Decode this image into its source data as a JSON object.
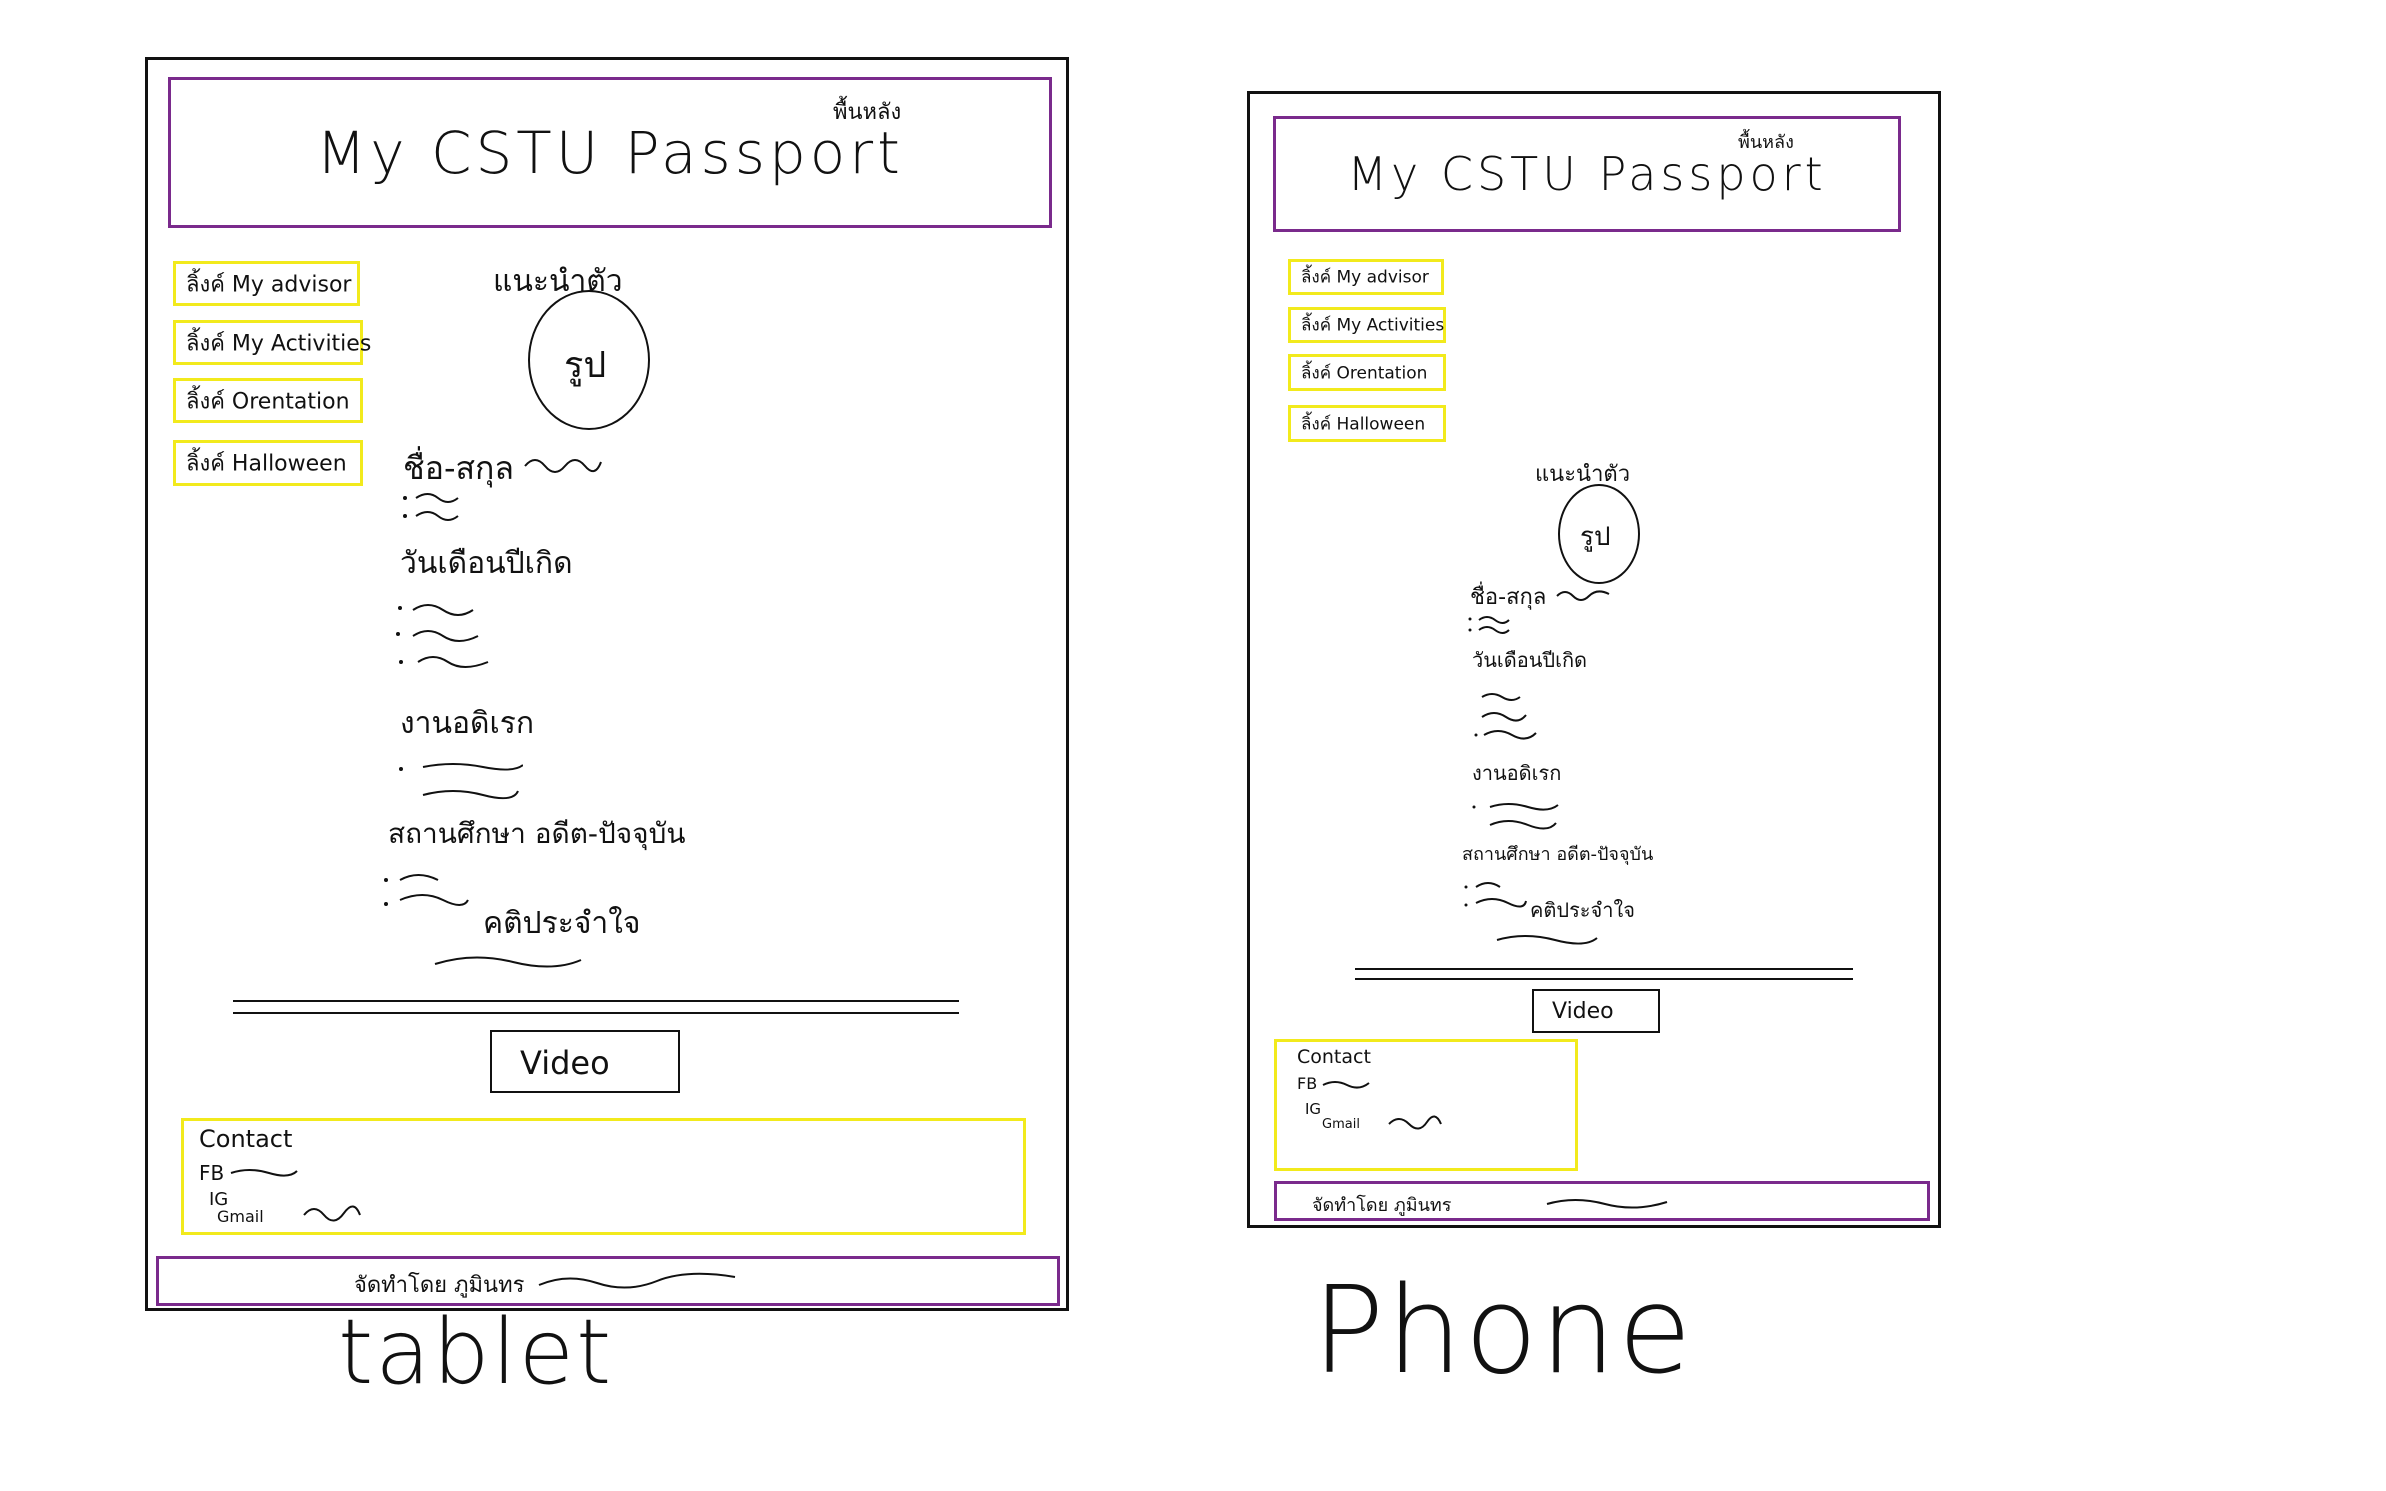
{
  "title_super": "พื้นหลัง",
  "app_title": "My CSTU Passport",
  "nav": [
    {
      "label": "ลิ้งค์ My advisor"
    },
    {
      "label": "ลิ้งค์ My Activities"
    },
    {
      "label": "ลิ้งค์ Orentation"
    },
    {
      "label": "ลิ้งค์ Halloween"
    }
  ],
  "profile": {
    "caption": "แนะนำตัว",
    "photo_label": "รูป",
    "name_label": "ชื่อ-สกุล",
    "birthday_label": "วันเดือนปีเกิด",
    "hobby_label": "งานอดิเรก",
    "school_label": "สถานศึกษา อดีต-ปัจจุบัน",
    "motto_label": "คติประจำใจ"
  },
  "video_label": "Video",
  "contact": {
    "heading": "Contact",
    "fb": "FB",
    "ig": "IG",
    "gmail": "Gmail"
  },
  "footer_label": "จัดทำโดย ภูมินทร",
  "device_captions": {
    "tablet": "tablet",
    "phone": "Phone"
  },
  "colors": {
    "header_border": "#7a2a8c",
    "nav_border": "#f2ea1c",
    "frame": "#111111"
  }
}
